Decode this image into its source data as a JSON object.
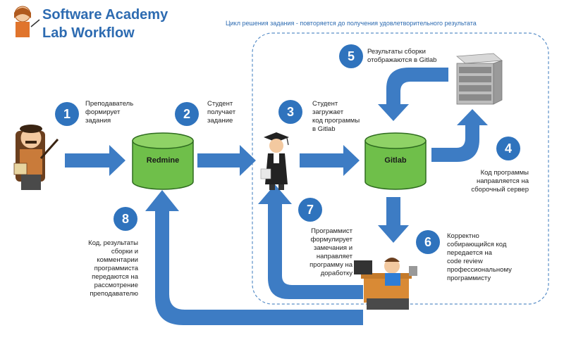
{
  "header": {
    "line1": "Software Academy",
    "line2": "Lab Workflow"
  },
  "cycle_caption": "Цикл решения задания - повторяется до получения удовлетворительного результата",
  "nodes": {
    "redmine": "Redmine",
    "gitlab": "Gitlab"
  },
  "steps": [
    {
      "n": "1",
      "text": "Преподаватель\nформирует\nзадания"
    },
    {
      "n": "2",
      "text": "Студент\nполучает\nзадание"
    },
    {
      "n": "3",
      "text": "Студент\nзагружает\nкод программы\nв Gitlab"
    },
    {
      "n": "4",
      "text": "Код программы\nнаправляется на\nсборочный сервер"
    },
    {
      "n": "5",
      "text": "Результаты сборки\nотображаются в Gitlab"
    },
    {
      "n": "6",
      "text": "Корректно\nсобирающийся код\nпередается на\ncode review\nпрофессиональному\nпрограммисту"
    },
    {
      "n": "7",
      "text": "Программист\nформулирует\nзамечания и\nнаправляет\nпрограмму на\nдоработку"
    },
    {
      "n": "8",
      "text": "Код, результаты\nсборки и\nкомментарии\nпрограммиста\nпередаются на\nрассмотрение\nпреподавателю"
    }
  ],
  "colors": {
    "arrow": "#3d7cc4",
    "drum_fill": "#6fbf4a",
    "drum_top": "#8fd266",
    "badge": "#2f73bd",
    "title": "#2d6bb1"
  }
}
